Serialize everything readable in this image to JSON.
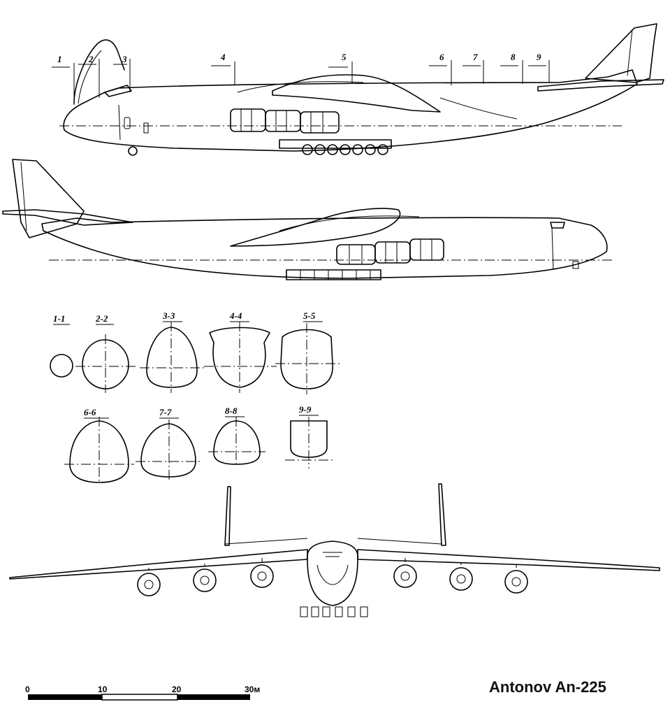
{
  "title": "Antonov An-225",
  "station_labels": [
    "1",
    "2",
    "3",
    "4",
    "5",
    "6",
    "7",
    "8",
    "9"
  ],
  "section_labels": [
    "1-1",
    "2-2",
    "3-3",
    "4-4",
    "5-5",
    "6-6",
    "7-7",
    "8-8",
    "9-9"
  ],
  "scale": {
    "ticks": [
      "0",
      "10",
      "20",
      "30м"
    ]
  }
}
